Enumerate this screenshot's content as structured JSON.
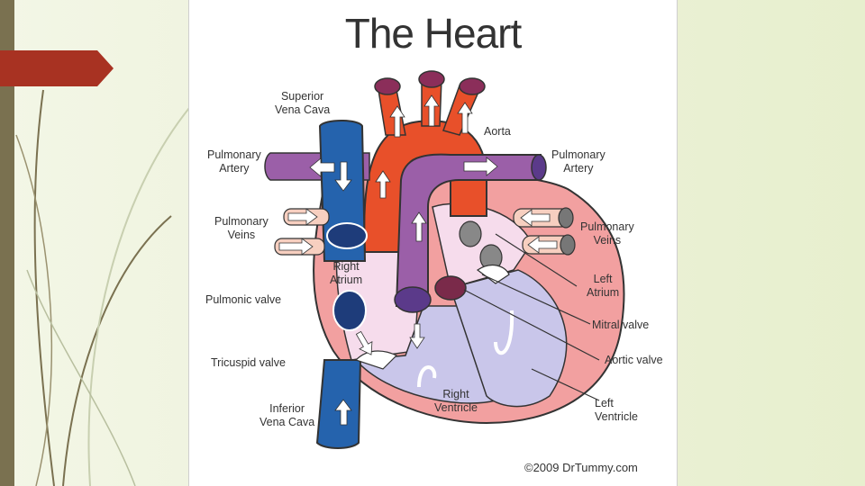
{
  "slide": {
    "title": "The Heart",
    "copyright": "©2009 DrTummy.com"
  },
  "labels": {
    "superior_vena_cava": [
      "Superior",
      "Vena Cava"
    ],
    "aorta": "Aorta",
    "pulmonary_artery_left": [
      "Pulmonary",
      "Artery"
    ],
    "pulmonary_artery_right": [
      "Pulmonary",
      "Artery"
    ],
    "pulmonary_veins_left": [
      "Pulmonary",
      "Veins"
    ],
    "pulmonary_veins_right": [
      "Pulmonary",
      "Veins"
    ],
    "right_atrium": [
      "Right",
      "Atrium"
    ],
    "left_atrium": [
      "Left",
      "Atrium"
    ],
    "pulmonic_valve": "Pulmonic valve",
    "mitral_valve": "Mitral valve",
    "aortic_valve": "Aortic valve",
    "tricuspid_valve": "Tricuspid valve",
    "right_ventricle": [
      "Right",
      "Ventricle"
    ],
    "left_ventricle": [
      "Left",
      "Ventricle"
    ],
    "inferior_vena_cava": [
      "Inferior",
      "Vena Cava"
    ]
  },
  "colors": {
    "aorta": "#e8502a",
    "pulmonary": "#9b5fa8",
    "vena_cava": "#2563ad",
    "heart_wall": "#f2a0a0",
    "chamber": "#c9c6ea",
    "atrium": "#f6dcec",
    "slide_accent": "#a83222"
  }
}
